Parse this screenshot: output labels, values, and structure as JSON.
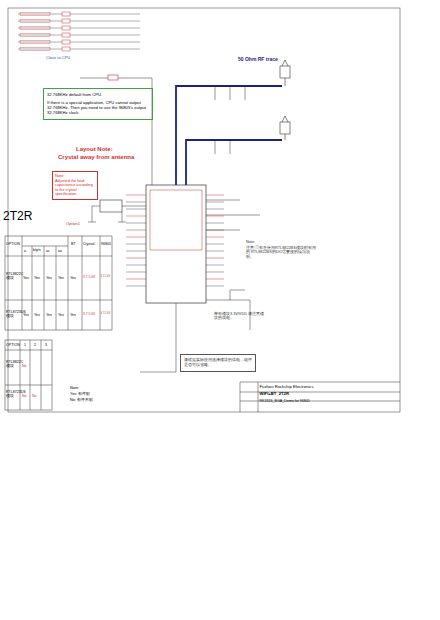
{
  "diagram": {
    "nodes": [
      {
        "text": [
          "32.768KHz default from CPU.",
          "If there is a special application, CPU cannot output 32.768KHz, Then you need to use the 96805's output 32.768KHz clock."
        ]
      },
      {
        "text": [
          "Note:",
          "Adjusted the load capacitance according to the crystal specification."
        ]
      },
      {
        "text": [
          "请根据实际应用选择模块的供电，组件是否可以省略。"
        ]
      },
      {
        "text": [
          "Fuzhou Rockchip Electronics",
          "WIFI+BT_2T2R",
          "RK3326_BGA_Demo for 96805"
        ]
      }
    ],
    "labels": [
      "Close to CPU",
      "50 Ohm RF trace",
      "Layout Note:",
      "Crystal away from antenna",
      "Option1",
      "2T2R",
      "OPTION",
      "a",
      "b/g/n",
      "ac",
      "ax",
      "BT",
      "Crystal",
      "96805",
      "RTL8822C 模块",
      "Yes",
      "Yes",
      "Yes",
      "Yes",
      "Yes",
      "3.7.5.6V",
      "3.7.5.6V",
      "RTL8723DS 模块",
      "Yes",
      "Yes",
      "Yes",
      "Yes",
      "Yes",
      "3.7.5.6V",
      "3.7.5.6V",
      "OPTION",
      "1",
      "2",
      "3",
      "RTL8822C 模块",
      "No",
      "RTL8723DS 模块",
      "No",
      "No",
      "Note:",
      "Yes: 有件贴",
      "No: 有件不贴",
      "Note:",
      "注意:只有在使用RTL8822BS模块时有用的 RTL8822BS的DIO需要接的情况说明。",
      "带有模块3.3V/VDD 请注意模块的供电。"
    ]
  }
}
